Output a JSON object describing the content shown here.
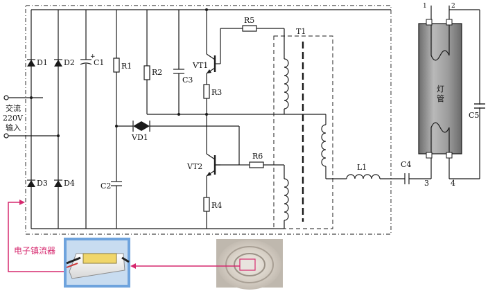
{
  "labels": {
    "d1": "D1",
    "d2": "D2",
    "d3": "D3",
    "d4": "D4",
    "c1": "C1",
    "c1_plus": "+",
    "r1": "R1",
    "r2": "R2",
    "c3": "C3",
    "vt1": "VT1",
    "r3": "R3",
    "r5": "R5",
    "t1": "T1",
    "vd1": "VD1",
    "c2": "C2",
    "vt2": "VT2",
    "r4": "R4",
    "r6": "R6",
    "l1": "L1",
    "c4": "C4",
    "c5": "C5",
    "pin1": "1",
    "pin2": "2",
    "pin3": "3",
    "pin4": "4"
  },
  "input": {
    "line1": "交流",
    "line2": "220V",
    "line3": "输入"
  },
  "lamp": {
    "line1": "灯",
    "line2": "管"
  },
  "photo_caption": "电子镇流器",
  "colors": {
    "wire": "#1a1a1a",
    "callout": "#d6286e",
    "lamp_body": "#8a8a8a",
    "photo_frame": "#6ea3dd"
  }
}
